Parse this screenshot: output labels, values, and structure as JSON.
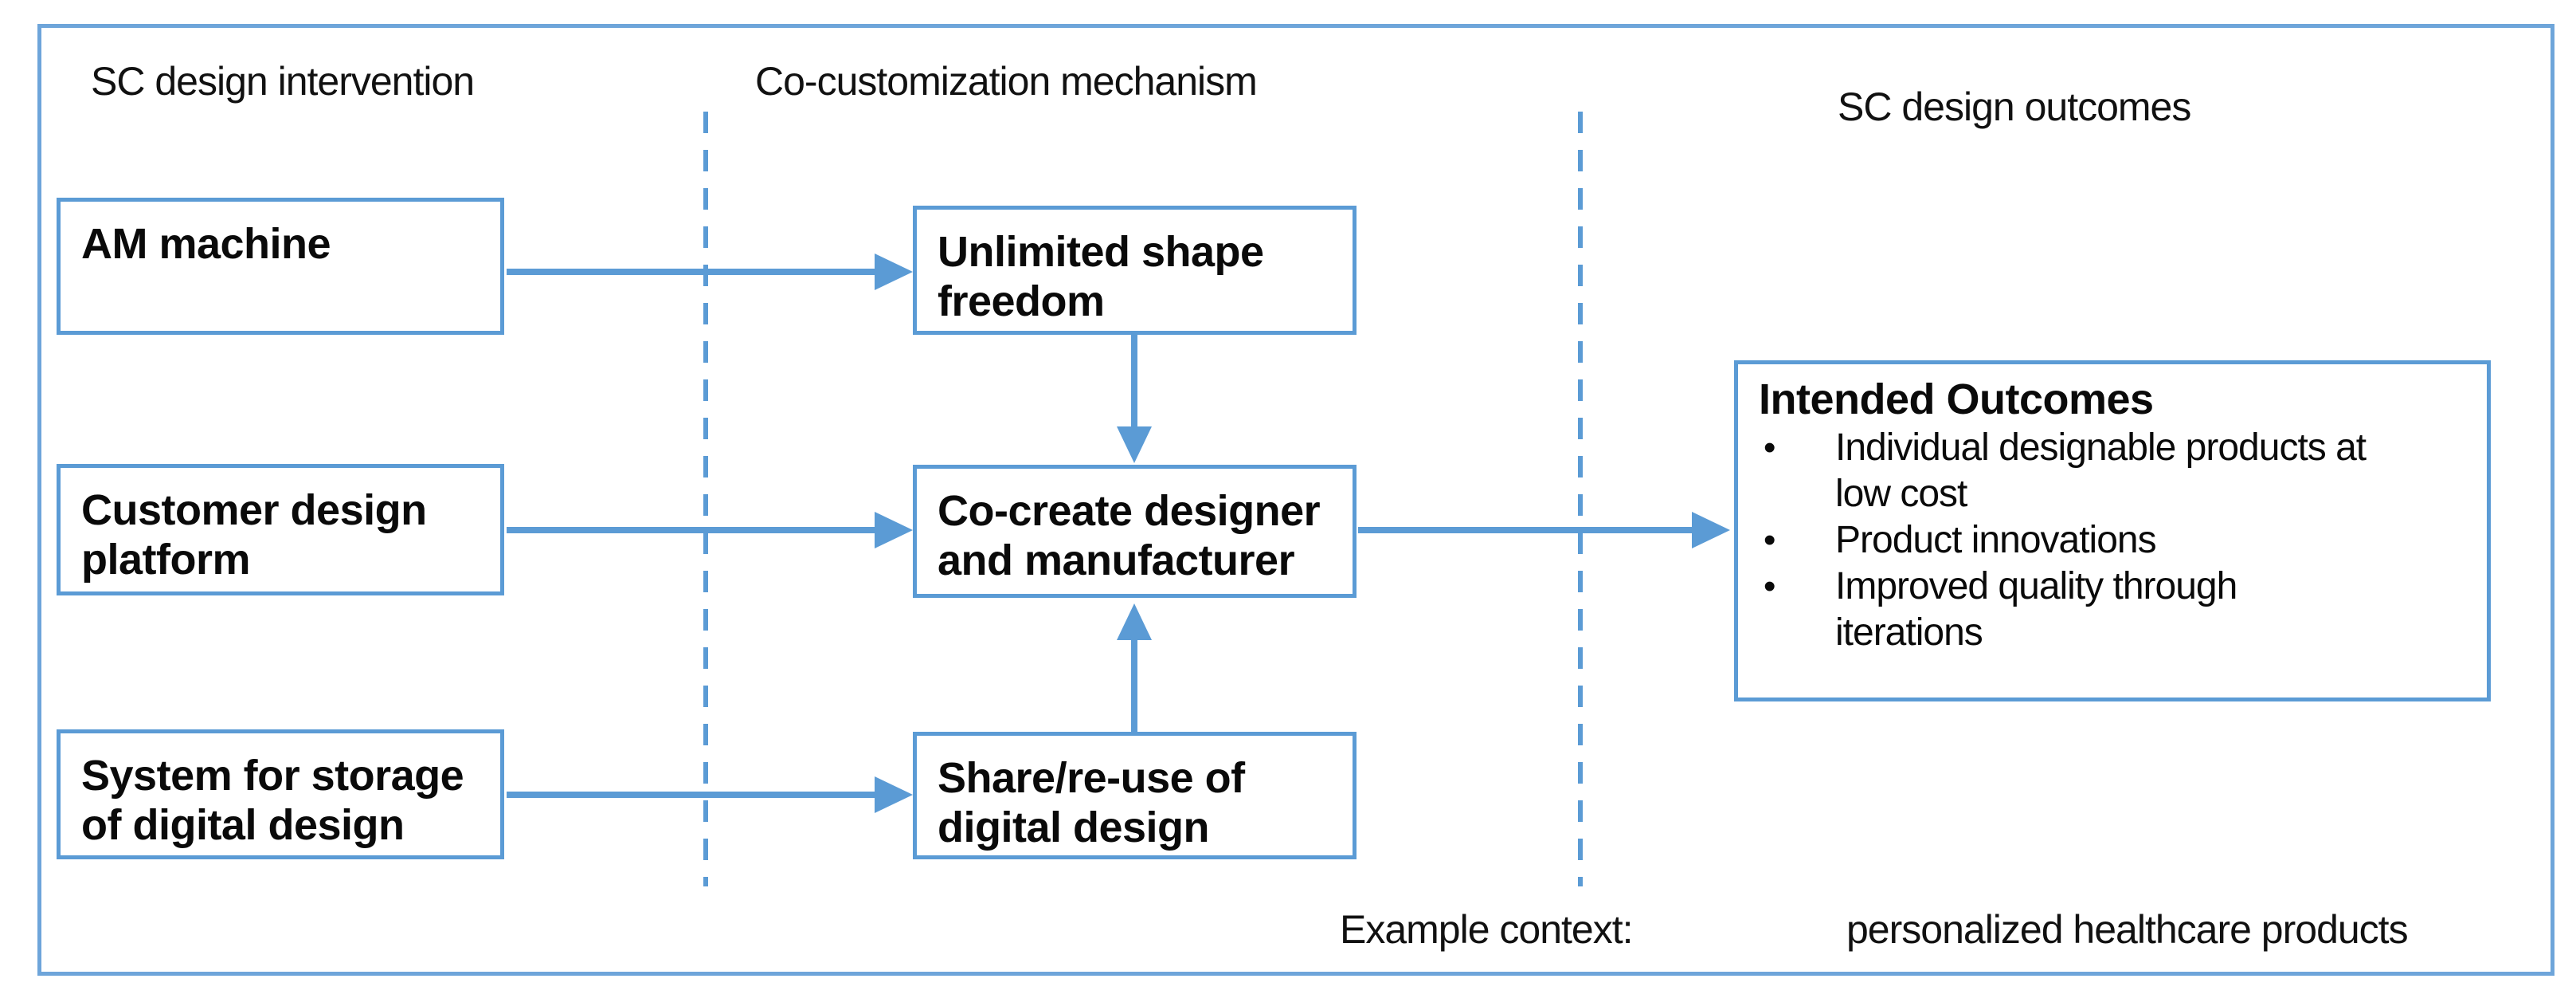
{
  "colors": {
    "accent": "#5b9bd5",
    "frame_border": "#6ea5da",
    "text": "#0d0d0d"
  },
  "headers": {
    "intervention": "SC design intervention",
    "mechanism": "Co-customization mechanism",
    "outcomes": "SC design outcomes"
  },
  "boxes": {
    "am": "AM machine",
    "customer": "Customer design\nplatform",
    "storage": "System for storage\nof digital design",
    "unlimited": "Unlimited shape\nfreedom",
    "cocreate": "Co-create designer\nand manufacturer",
    "share": "Share/re-use of\ndigital design"
  },
  "outcomes_box": {
    "title": "Intended Outcomes",
    "bullet_char": "•",
    "bullets": [
      "Individual designable products at\nlow cost",
      "Product innovations",
      "Improved quality through\niterations"
    ]
  },
  "footer": {
    "label": "Example context:",
    "value": "personalized healthcare products"
  }
}
